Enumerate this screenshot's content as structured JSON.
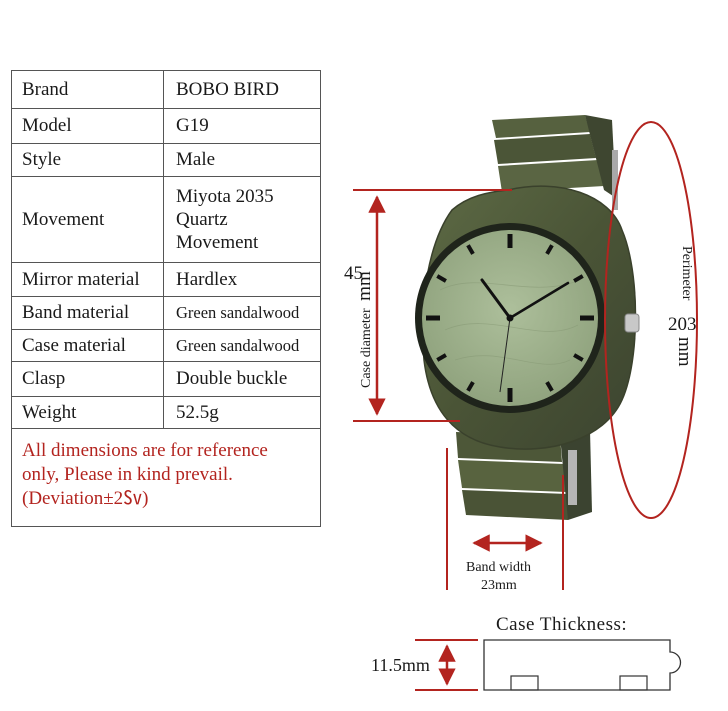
{
  "specs": [
    {
      "key": "Brand",
      "value": "BOBO BIRD"
    },
    {
      "key": "Model",
      "value": "G19"
    },
    {
      "key": "Style",
      "value": "Male"
    },
    {
      "key": "Movement",
      "value": "Miyota 2035 Quartz Movement",
      "lines": [
        "Miyota 2035",
        "Quartz",
        "Movement"
      ]
    },
    {
      "key": "Mirror material",
      "value": "Hardlex"
    },
    {
      "key": "Band material",
      "value": "Green sandalwood"
    },
    {
      "key": "Case material",
      "value": "Green sandalwood"
    },
    {
      "key": "Clasp",
      "value": "Double buckle"
    },
    {
      "key": "Weight",
      "value": "52.5g"
    }
  ],
  "note": {
    "lines": [
      "All dimensions are for reference",
      "only, Please in kind prevail.",
      "(Deviation±2㏜)"
    ]
  },
  "dimensions": {
    "case_diameter_label": "Case diameter",
    "case_diameter_unit": "mm",
    "case_diameter_value": "45",
    "perimeter_label": "Perimeter",
    "perimeter_value": "203",
    "perimeter_unit": "mm",
    "band_width_label": "Band width",
    "band_width_value": "23mm",
    "case_thickness_title": "Case  Thickness:",
    "case_thickness_value": "11.5mm"
  },
  "colors": {
    "dimension_line": "#b3241f",
    "note_text": "#b3241f",
    "wood": "#4f5a3a",
    "dial": "#9bae8a"
  }
}
